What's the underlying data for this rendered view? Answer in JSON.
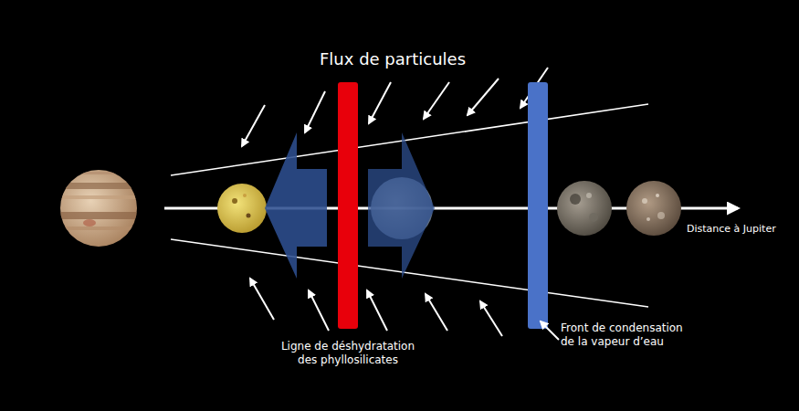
{
  "diagram": {
    "labels": [
      "Flux de particules",
      "Ligne de déshydratation des phyllosilicates",
      "Front de condensation de la vapeur d’eau",
      "Distance à Jupiter"
    ]
  }
}
